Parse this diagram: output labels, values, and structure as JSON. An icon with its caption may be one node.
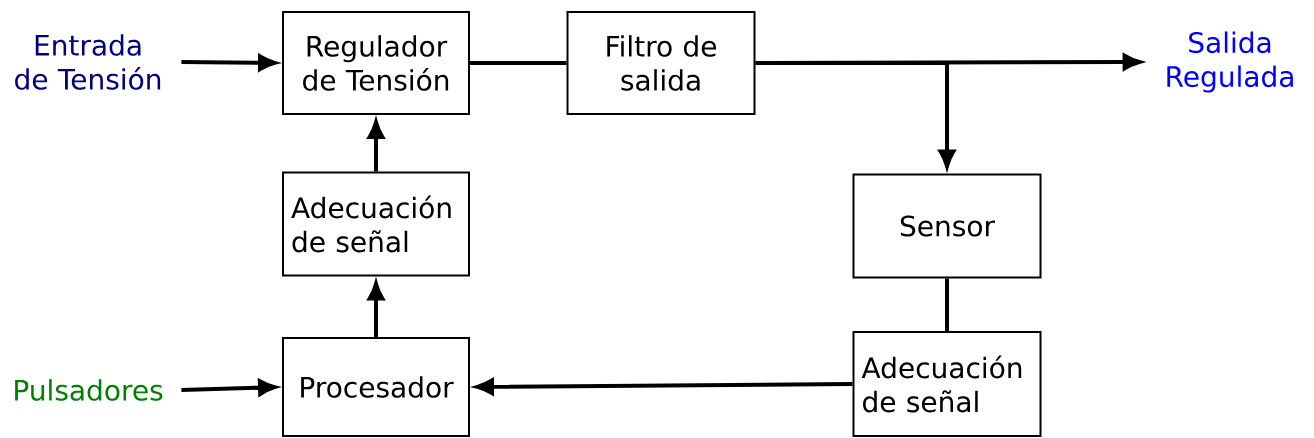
{
  "diagram": {
    "nodes": [
      {
        "text": [
          "Entrada de Tensión"
        ]
      },
      {
        "text": [
          "Regulador de Tensión"
        ]
      },
      {
        "text": [
          "Filtro de salida"
        ]
      },
      {
        "text": [
          "Salida Regulada"
        ]
      },
      {
        "text": [
          "Adecuación de señal"
        ]
      },
      {
        "text": [
          "Sensor"
        ]
      },
      {
        "text": [
          "Pulsadores"
        ]
      },
      {
        "text": [
          "Procesador"
        ]
      },
      {
        "text": [
          "Adecuación de señal"
        ]
      }
    ],
    "edges": [
      {
        "from": 0,
        "to": 1,
        "arrow": "to"
      },
      {
        "from": 1,
        "to": 2,
        "arrow": "none"
      },
      {
        "from": 2,
        "to": 3,
        "arrow": "to"
      },
      {
        "from": 2,
        "to": 5,
        "arrow": "to"
      },
      {
        "from": 4,
        "to": 1,
        "arrow": "to"
      },
      {
        "from": 5,
        "to": 8,
        "arrow": "none"
      },
      {
        "from": 8,
        "to": 7,
        "arrow": "to"
      },
      {
        "from": 6,
        "to": 7,
        "arrow": "to"
      },
      {
        "from": 7,
        "to": 4,
        "arrow": "to"
      }
    ]
  }
}
